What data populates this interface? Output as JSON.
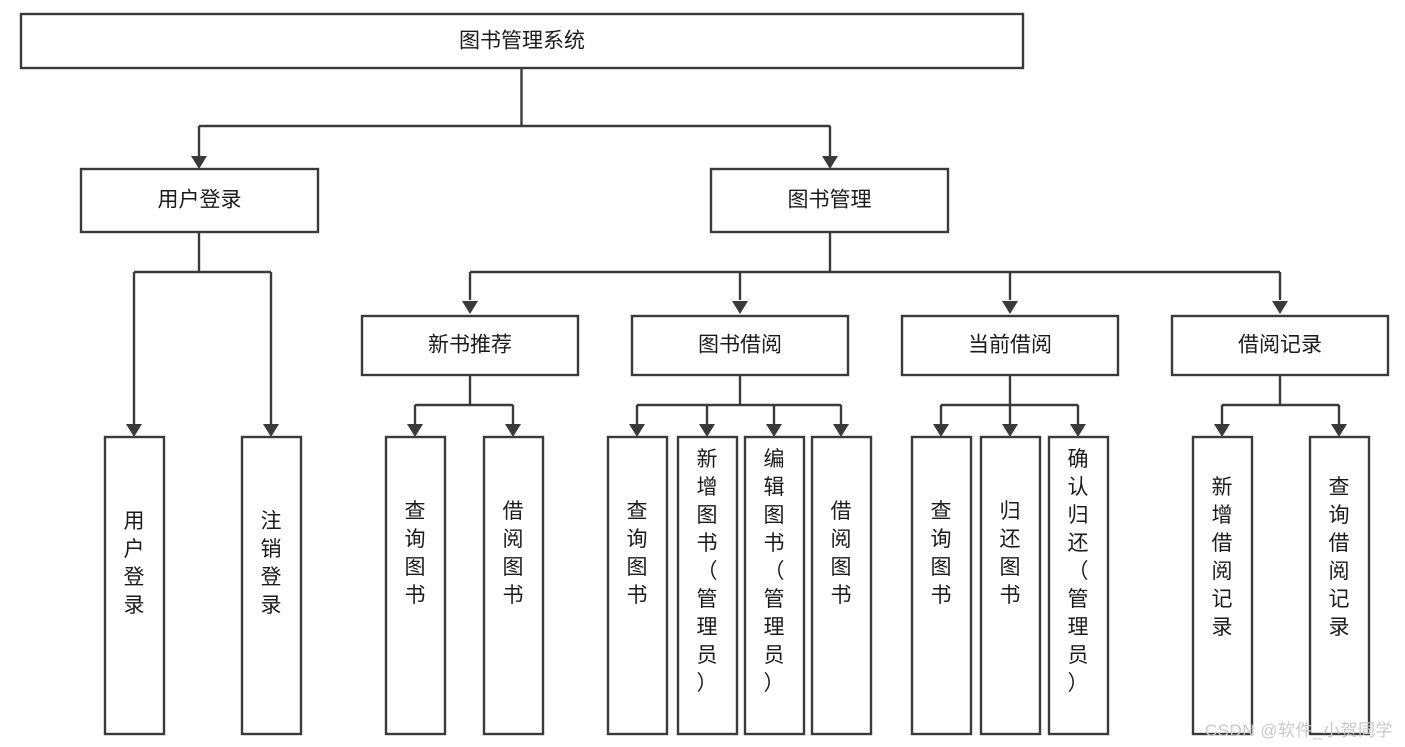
{
  "diagram": {
    "title": "图书管理系统",
    "watermark": "CSDN @软件_小贺同学",
    "colors": {
      "stroke": "#3a3a3a",
      "fill": "#ffffff",
      "text": "#1b1b1b",
      "watermark": "#c9c9c9"
    },
    "root": {
      "label": "图书管理系统"
    },
    "level2": [
      {
        "label": "用户登录"
      },
      {
        "label": "图书管理"
      }
    ],
    "level3": [
      {
        "label": "新书推荐"
      },
      {
        "label": "图书借阅"
      },
      {
        "label": "当前借阅"
      },
      {
        "label": "借阅记录"
      }
    ],
    "leaves": {
      "user_login": [
        {
          "label": "用户登录"
        },
        {
          "label": "注销登录"
        }
      ],
      "new_book": [
        {
          "label": "查询图书"
        },
        {
          "label": "借阅图书"
        }
      ],
      "book_borrow": [
        {
          "label": "查询图书"
        },
        {
          "label": "新增图书（管理员）"
        },
        {
          "label": "编辑图书（管理员）"
        },
        {
          "label": "借阅图书"
        }
      ],
      "current_borrow": [
        {
          "label": "查询图书"
        },
        {
          "label": "归还图书"
        },
        {
          "label": "确认归还（管理员）"
        }
      ],
      "borrow_record": [
        {
          "label": "新增借阅记录"
        },
        {
          "label": "查询借阅记录"
        }
      ]
    }
  },
  "chart_data": {
    "type": "diagram",
    "title": "图书管理系统",
    "layout": "tree",
    "orientation": "top-down",
    "nodes": [
      {
        "id": "root",
        "label": "图书管理系统",
        "level": 0
      },
      {
        "id": "n1",
        "label": "用户登录",
        "level": 1
      },
      {
        "id": "n2",
        "label": "图书管理",
        "level": 1
      },
      {
        "id": "n1a",
        "label": "用户登录",
        "level": 2
      },
      {
        "id": "n1b",
        "label": "注销登录",
        "level": 2
      },
      {
        "id": "n2a",
        "label": "新书推荐",
        "level": 2
      },
      {
        "id": "n2b",
        "label": "图书借阅",
        "level": 2
      },
      {
        "id": "n2c",
        "label": "当前借阅",
        "level": 2
      },
      {
        "id": "n2d",
        "label": "借阅记录",
        "level": 2
      },
      {
        "id": "n2a1",
        "label": "查询图书",
        "level": 3
      },
      {
        "id": "n2a2",
        "label": "借阅图书",
        "level": 3
      },
      {
        "id": "n2b1",
        "label": "查询图书",
        "level": 3
      },
      {
        "id": "n2b2",
        "label": "新增图书（管理员）",
        "level": 3
      },
      {
        "id": "n2b3",
        "label": "编辑图书（管理员）",
        "level": 3
      },
      {
        "id": "n2b4",
        "label": "借阅图书",
        "level": 3
      },
      {
        "id": "n2c1",
        "label": "查询图书",
        "level": 3
      },
      {
        "id": "n2c2",
        "label": "归还图书",
        "level": 3
      },
      {
        "id": "n2c3",
        "label": "确认归还（管理员）",
        "level": 3
      },
      {
        "id": "n2d1",
        "label": "新增借阅记录",
        "level": 3
      },
      {
        "id": "n2d2",
        "label": "查询借阅记录",
        "level": 3
      }
    ],
    "edges": [
      {
        "from": "root",
        "to": "n1"
      },
      {
        "from": "root",
        "to": "n2"
      },
      {
        "from": "n1",
        "to": "n1a"
      },
      {
        "from": "n1",
        "to": "n1b"
      },
      {
        "from": "n2",
        "to": "n2a"
      },
      {
        "from": "n2",
        "to": "n2b"
      },
      {
        "from": "n2",
        "to": "n2c"
      },
      {
        "from": "n2",
        "to": "n2d"
      },
      {
        "from": "n2a",
        "to": "n2a1"
      },
      {
        "from": "n2a",
        "to": "n2a2"
      },
      {
        "from": "n2b",
        "to": "n2b1"
      },
      {
        "from": "n2b",
        "to": "n2b2"
      },
      {
        "from": "n2b",
        "to": "n2b3"
      },
      {
        "from": "n2b",
        "to": "n2b4"
      },
      {
        "from": "n2c",
        "to": "n2c1"
      },
      {
        "from": "n2c",
        "to": "n2c2"
      },
      {
        "from": "n2c",
        "to": "n2c3"
      },
      {
        "from": "n2d",
        "to": "n2d1"
      },
      {
        "from": "n2d",
        "to": "n2d2"
      }
    ]
  }
}
